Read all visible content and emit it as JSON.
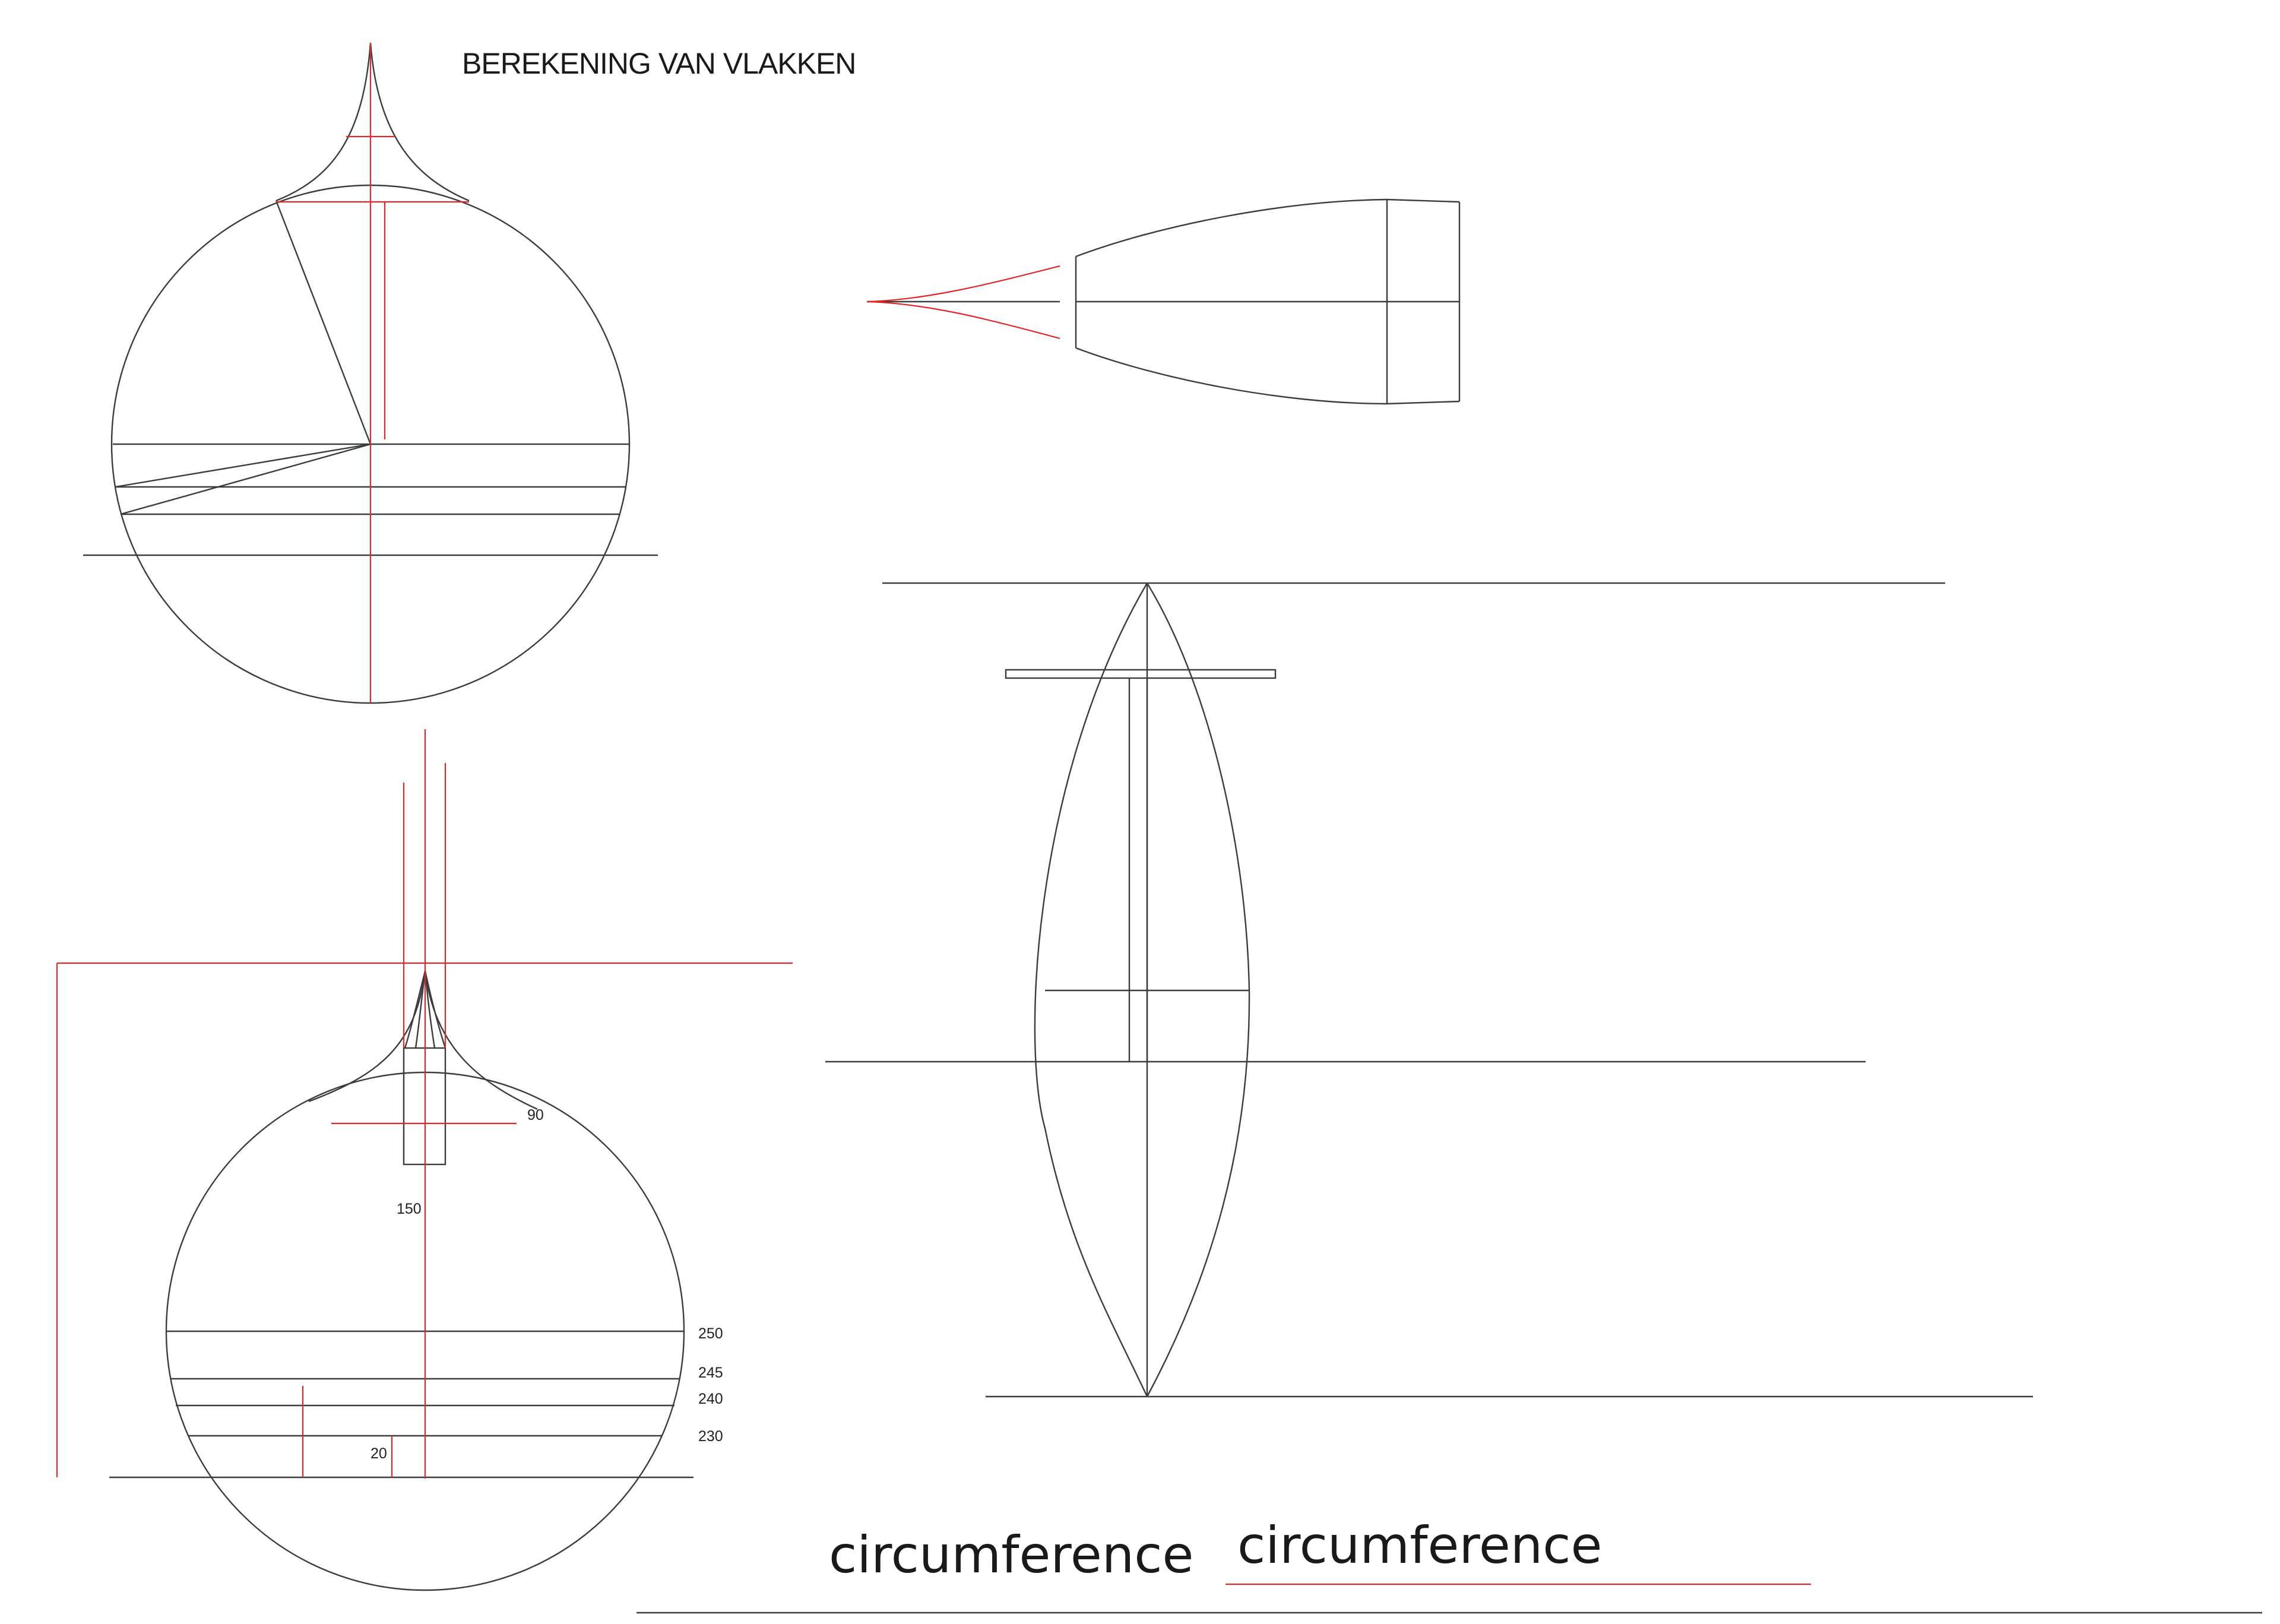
{
  "title": "BEREKENING VAN VLAKKEN",
  "dimensions": {
    "d90": "90",
    "d150": "150",
    "d250": "250",
    "d245": "245",
    "d240": "240",
    "d230": "230",
    "d20": "20"
  },
  "labels": {
    "circumference_left": "circumference",
    "circumference_right": "circumference"
  },
  "colors": {
    "line": "#3c3c3c",
    "construction": "#e0282a"
  }
}
